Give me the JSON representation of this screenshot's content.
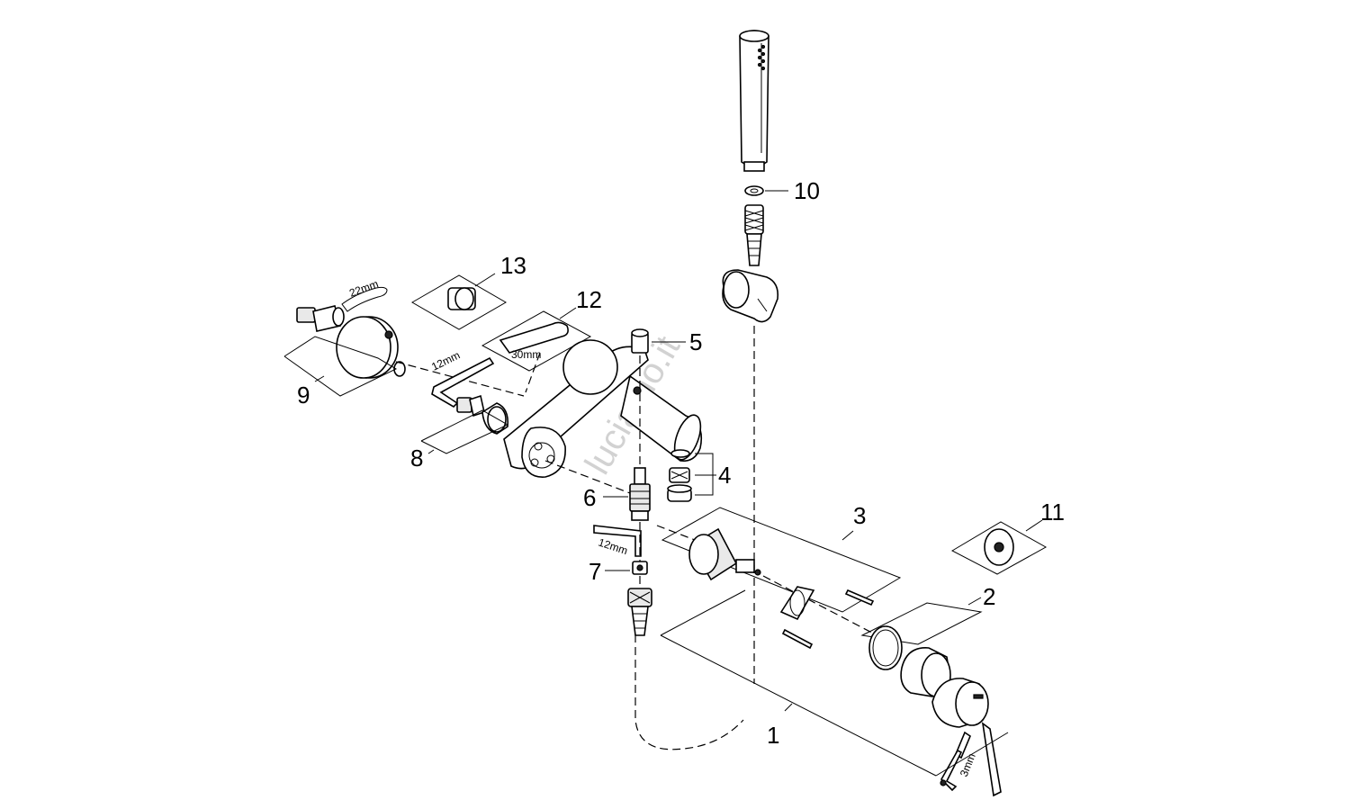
{
  "watermark": "luciamo.it",
  "callouts": {
    "p1": "1",
    "p2": "2",
    "p3": "3",
    "p4": "4",
    "p5": "5",
    "p6": "6",
    "p7": "7",
    "p8": "8",
    "p9": "9",
    "p10": "10",
    "p11": "11",
    "p12": "12",
    "p13": "13"
  },
  "dimensions": {
    "wrench_22": "22mm",
    "wrench_30": "30mm",
    "hexkey_12_upper": "12mm",
    "hexkey_12_lower": "12mm",
    "hexkey_3": "3mm"
  }
}
